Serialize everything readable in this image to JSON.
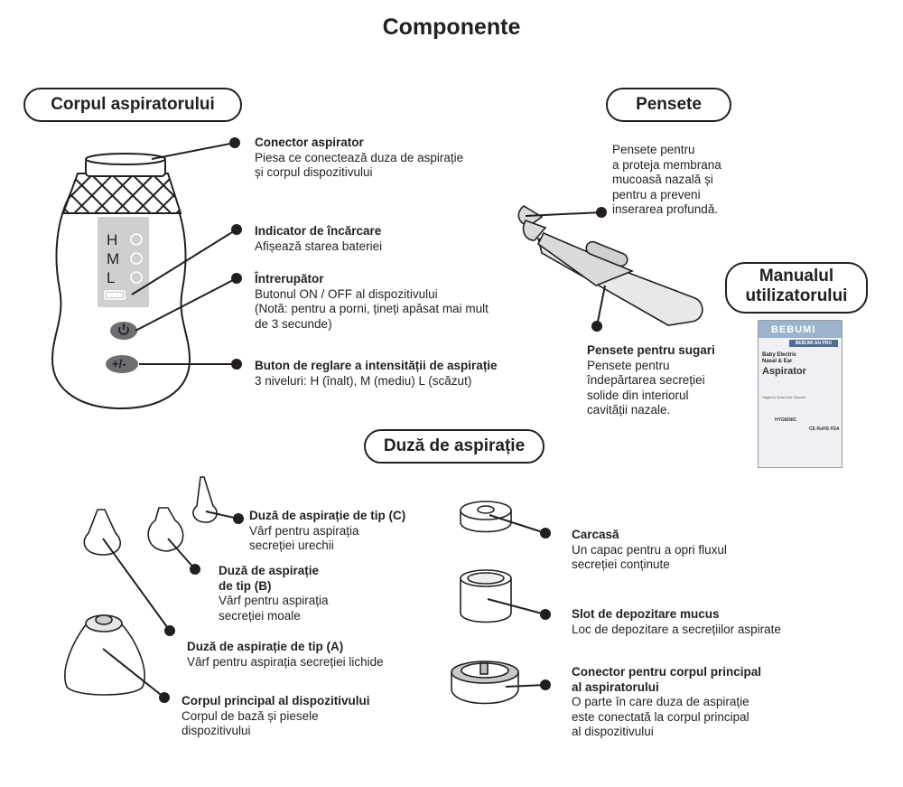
{
  "title": "Componente",
  "sections": {
    "body": "Corpul aspiratorului",
    "tweezers": "Pensete",
    "manual": "Manualul\nutilizatorului",
    "nozzle": "Duză de aspirație"
  },
  "device": {
    "levels": [
      "H",
      "M",
      "L"
    ],
    "plus_minus": "+/-"
  },
  "labels": {
    "connector": {
      "title": "Conector aspirator",
      "desc": "Piesa ce conectează duza de aspirație\nși corpul dispozitivului"
    },
    "charge": {
      "title": "Indicator de încărcare",
      "desc": "Afișează starea bateriei"
    },
    "switch": {
      "title": "Întrerupător",
      "desc": "Butonul ON / OFF al dispozitivului\n(Notă: pentru a porni, țineți apăsat mai mult\nde 3 secunde)"
    },
    "intensity": {
      "title": "Buton de reglare a intensității de aspirație",
      "desc": "3 niveluri: H (înalt), M (mediu) L (scăzut)"
    },
    "tweezers_note": "Pensete pentru\na proteja membrana\nmucoasă nazală și\npentru a preveni\ninserarea profundă.",
    "baby_tweezers": {
      "title": "Pensete pentru sugari",
      "desc": "Pensete pentru\nîndepărtarea secreției\nsolide din interiorul\ncavității nazale."
    },
    "nozzle_c": {
      "title": "Duză de aspirație de tip (C)",
      "desc": "Vârf pentru aspirația\nsecreției urechii"
    },
    "nozzle_b": {
      "title": "Duză de aspirație\nde tip (B)",
      "desc": "Vârf pentru aspirația\nsecreției moale"
    },
    "nozzle_a": {
      "title": "Duză de aspirație de tip (A)",
      "desc": "Vârf pentru aspirația secreției lichide"
    },
    "main_body": {
      "title": "Corpul principal al dispozitivului",
      "desc": "Corpul de bază și piesele\ndispozitivului"
    },
    "cap": {
      "title": "Carcasă",
      "desc": "Un capac pentru a opri fluxul\nsecreției conținute"
    },
    "slot": {
      "title": "Slot de depozitare mucus",
      "desc": "Loc de depozitare a secrețiilor aspirate"
    },
    "main_connector": {
      "title": "Conector pentru corpul principal\nal aspiratorului",
      "desc": "O parte în care duza de aspirație\neste conectată la corpul principal\nal dispozitivului"
    }
  },
  "manual_cover": {
    "brand": "BEBUMI",
    "model": "BEBUMI AN PRO",
    "product": "Baby Electric\nNasal & Ear",
    "name": "Aspirator",
    "tagline": "Hygienic Nose Ear Cleaner",
    "hygienic": "HYGIENIC",
    "marks": "CE RoHS FDA"
  }
}
